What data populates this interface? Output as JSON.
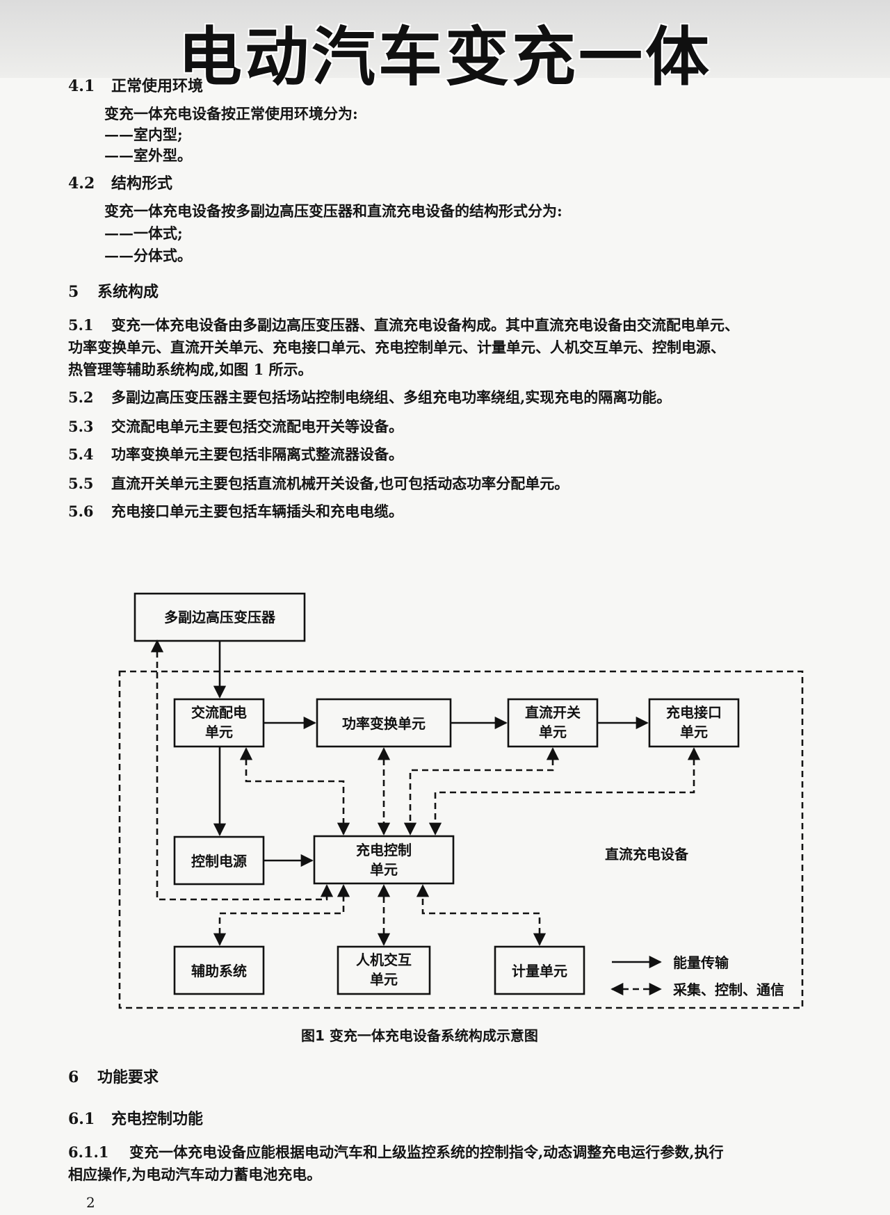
{
  "banner": {
    "title": "电动汽车变充一体"
  },
  "sec4_1": {
    "number": "4.1",
    "title": "正常使用环境",
    "intro": "变充一体充电设备按正常使用环境分为:",
    "items": [
      "——室内型;",
      "——室外型。"
    ]
  },
  "sec4_2": {
    "number": "4.2",
    "title": "结构形式",
    "intro": "变充一体充电设备按多副边高压变压器和直流充电设备的结构形式分为:",
    "items": [
      "——一体式;",
      "——分体式。"
    ]
  },
  "sec5": {
    "number": "5",
    "title": "系统构成"
  },
  "sec5_1": {
    "number": "5.1",
    "lines": [
      "变充一体充电设备由多副边高压变压器、直流充电设备构成。其中直流充电设备由交流配电单元、",
      "功率变换单元、直流开关单元、充电接口单元、充电控制单元、计量单元、人机交互单元、控制电源、",
      "热管理等辅助系统构成,如图 1 所示。"
    ]
  },
  "paras5": [
    {
      "number": "5.2",
      "text": "多副边高压变压器主要包括场站控制电绕组、多组充电功率绕组,实现充电的隔离功能。"
    },
    {
      "number": "5.3",
      "text": "交流配电单元主要包括交流配电开关等设备。"
    },
    {
      "number": "5.4",
      "text": "功率变换单元主要包括非隔离式整流器设备。"
    },
    {
      "number": "5.5",
      "text": "直流开关单元主要包括直流机械开关设备,也可包括动态功率分配单元。"
    },
    {
      "number": "5.6",
      "text": "充电接口单元主要包括车辆插头和充电电缆。"
    }
  ],
  "diagram": {
    "transformer": "多副边高压变压器",
    "ac_dist": [
      "交流配电",
      "单元"
    ],
    "power_conv": "功率变换单元",
    "dc_switch": [
      "直流开关",
      "单元"
    ],
    "charge_iface": [
      "充电接口",
      "单元"
    ],
    "ctrl_power": "控制电源",
    "charge_ctrl": [
      "充电控制",
      "单元"
    ],
    "dc_equipment": "直流充电设备",
    "aux": "辅助系统",
    "hmi": [
      "人机交互",
      "单元"
    ],
    "metering": "计量单元",
    "legend_energy": "能量传输",
    "legend_comm": "采集、控制、通信"
  },
  "figure": {
    "caption": "图1   变充一体充电设备系统构成示意图"
  },
  "sec6": {
    "number": "6",
    "title": "功能要求"
  },
  "sec6_1": {
    "number": "6.1",
    "title": "充电控制功能"
  },
  "sec6_1_1": {
    "number": "6.1.1",
    "lines": [
      "变充一体充电设备应能根据电动汽车和上级监控系统的控制指令,动态调整充电运行参数,执行",
      "相应操作,为电动汽车动力蓄电池充电。"
    ]
  },
  "page": {
    "number": "2"
  }
}
